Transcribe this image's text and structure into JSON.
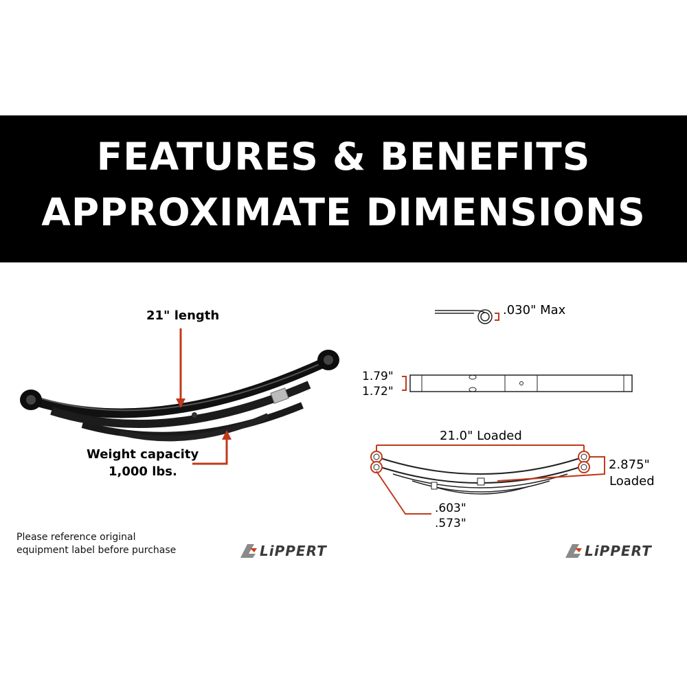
{
  "banner": {
    "line1": "FEATURES & BENEFITS",
    "line2": "APPROXIMATE DIMENSIONS"
  },
  "left_panel": {
    "length_label": "21\" length",
    "weight_label_1": "Weight capacity",
    "weight_label_2": "1,000 lbs.",
    "disclaimer_1": "Please reference original",
    "disclaimer_2": "equipment label before purchase",
    "logo_text": "LiPPERT"
  },
  "right_panel": {
    "thickness_label": ".030\" Max",
    "width_max": "1.79\"",
    "width_min": "1.72\"",
    "loaded_length": "21.0\" Loaded",
    "loaded_height_1": "2.875\"",
    "loaded_height_2": "Loaded",
    "eye_max": ".603\"",
    "eye_min": ".573\"",
    "logo_text": "LiPPERT"
  },
  "colors": {
    "banner_bg": "#000000",
    "banner_text": "#ffffff",
    "accent_arrow": "#c0391b",
    "logo_red": "#c8401e",
    "logo_gray": "#3a3a3a"
  },
  "icons": [
    "arrow-down-icon",
    "arrow-up-icon",
    "lippert-logo-icon"
  ]
}
